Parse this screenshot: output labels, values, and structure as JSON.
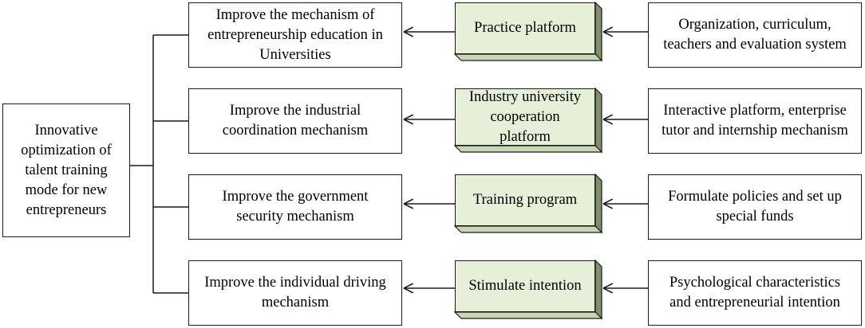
{
  "root": {
    "label": "Innovative\noptimization of\ntalent training\nmode for new\nentrepreneurs"
  },
  "rows": [
    {
      "mechanism": "Improve the mechanism of\nentrepreneurship education in\nUniversities",
      "platform": "Practice platform",
      "source": "Organization, curriculum,\nteachers and evaluation system"
    },
    {
      "mechanism": "Improve the industrial\ncoordination mechanism",
      "platform": "Industry university\ncooperation\nplatform",
      "source": "Interactive platform, enterprise\ntutor and internship mechanism"
    },
    {
      "mechanism": "Improve the government\nsecurity mechanism",
      "platform": "Training program",
      "source": "Formulate policies and set up\nspecial funds"
    },
    {
      "mechanism": "Improve the individual driving\nmechanism",
      "platform": "Stimulate intention",
      "source": "Psychological characteristics\nand entrepreneurial intention"
    }
  ],
  "colors": {
    "platform_fill": "#e6efd8",
    "platform_top": "#c9d6b5",
    "platform_side": "#7f8f6a",
    "stroke": "#1a1a1a"
  }
}
